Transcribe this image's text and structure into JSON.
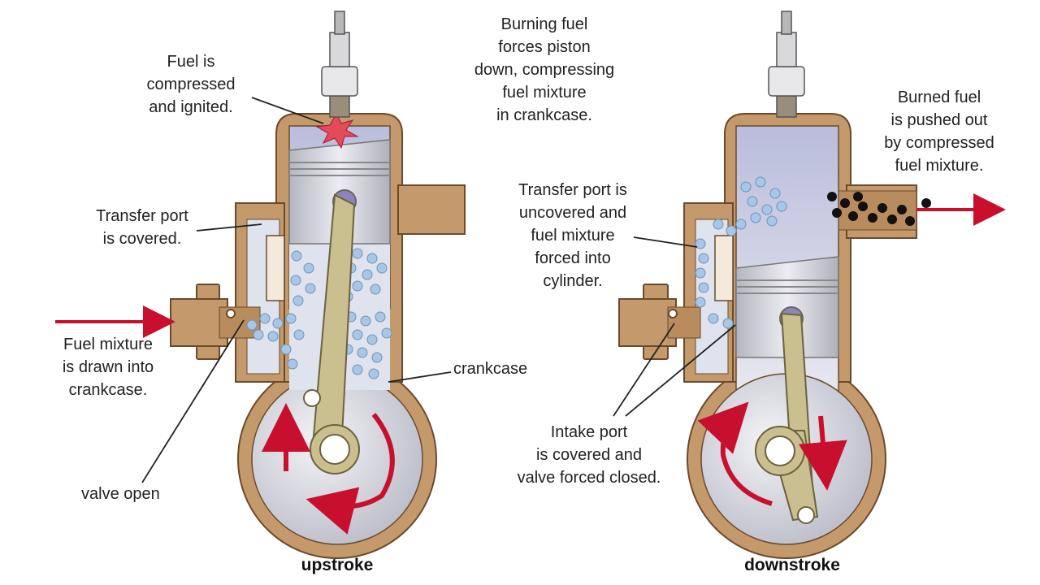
{
  "labels": {
    "fuel_compressed": "Fuel is\ncompressed\nand ignited.",
    "burning_fuel": "Burning fuel\nforces piston\ndown, compressing\nfuel mixture\nin crankcase.",
    "burned_fuel": "Burned fuel\nis pushed out\nby compressed\nfuel mixture.",
    "transfer_covered": "Transfer port\nis covered.",
    "transfer_uncovered": "Transfer port is\nuncovered and\nfuel mixture\nforced into\ncylinder.",
    "fuel_drawn": "Fuel mixture\nis drawn into\ncrankcase.",
    "crankcase": "crankcase",
    "valve_open": "valve open",
    "intake_covered": "Intake port\nis covered and\nvalve forced closed."
  },
  "captions": {
    "left": "upstroke",
    "right": "downstroke"
  },
  "colors": {
    "casing": "#c49a6c",
    "casing_outline": "#6b4a2b",
    "cylinder": "#dcdce8",
    "piston": "#c9c9d2",
    "bubble": "#a8c7e6",
    "arrow": "#c8102e",
    "exhaust": "#111111"
  }
}
